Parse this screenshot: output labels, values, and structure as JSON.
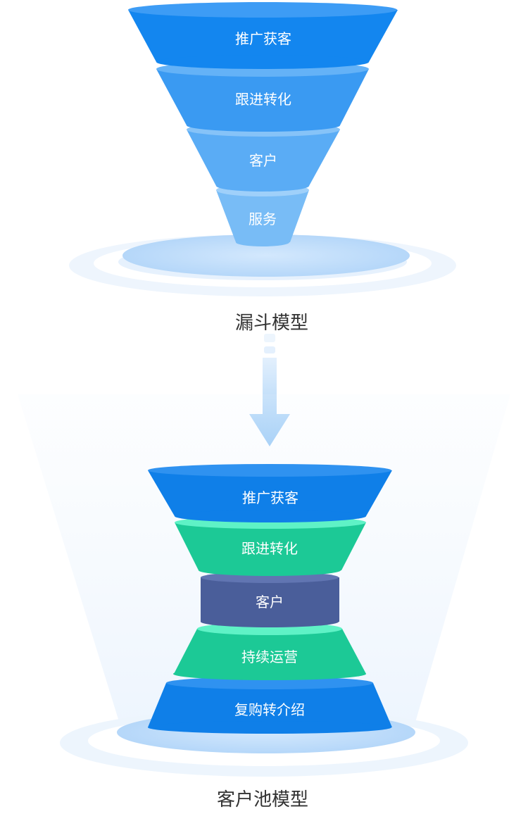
{
  "funnel_model": {
    "title": "漏斗模型",
    "stages": [
      "推广获客",
      "跟进转化",
      "客户",
      "服务"
    ]
  },
  "pool_model": {
    "title": "客户池模型",
    "stages": [
      "推广获客",
      "跟进转化",
      "客户",
      "持续运营",
      "复购转介绍"
    ]
  },
  "colors": {
    "funnel_1": "#1386ef",
    "funnel_2": "#3a9af2",
    "funnel_3": "#5aacf5",
    "funnel_4": "#78bcf6",
    "pool_blue": "#0f7fe8",
    "pool_green": "#1cc996",
    "pool_navy": "#4a5e9a",
    "caption": "#333333"
  }
}
